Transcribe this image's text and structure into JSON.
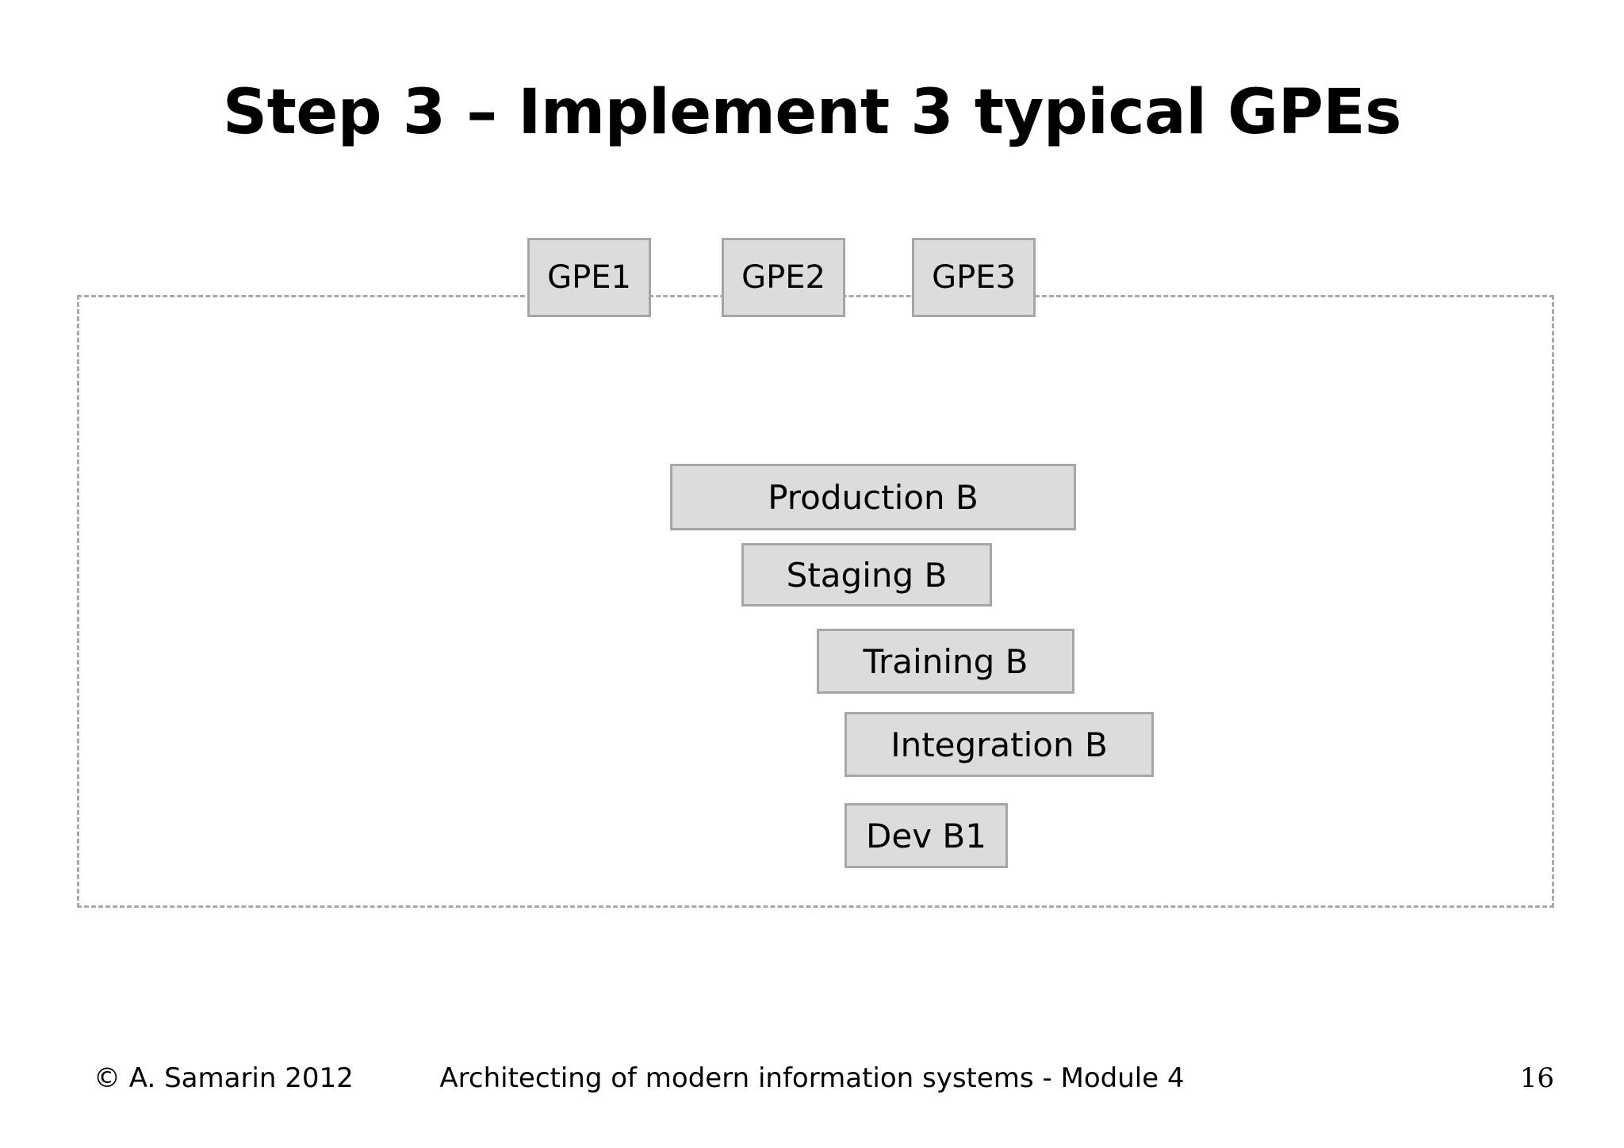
{
  "slide": {
    "title": "Step 3 – Implement 3 typical GPEs",
    "background_color": "#ffffff",
    "box_fill_color": "#dcdcdc",
    "box_border_color": "#a6a6a6",
    "dashed_border_color": "#a9a9a9",
    "text_color": "#000000"
  },
  "gpe_boxes": [
    {
      "label": "GPE1"
    },
    {
      "label": "GPE2"
    },
    {
      "label": "GPE3"
    }
  ],
  "environments": [
    {
      "label": "Production B"
    },
    {
      "label": "Staging B"
    },
    {
      "label": "Training B"
    },
    {
      "label": "Integration B"
    },
    {
      "label": "Dev B1"
    }
  ],
  "footer": {
    "copyright": "© A. Samarin 2012",
    "center": "Architecting of modern information systems - Module 4",
    "page_number": "16"
  }
}
